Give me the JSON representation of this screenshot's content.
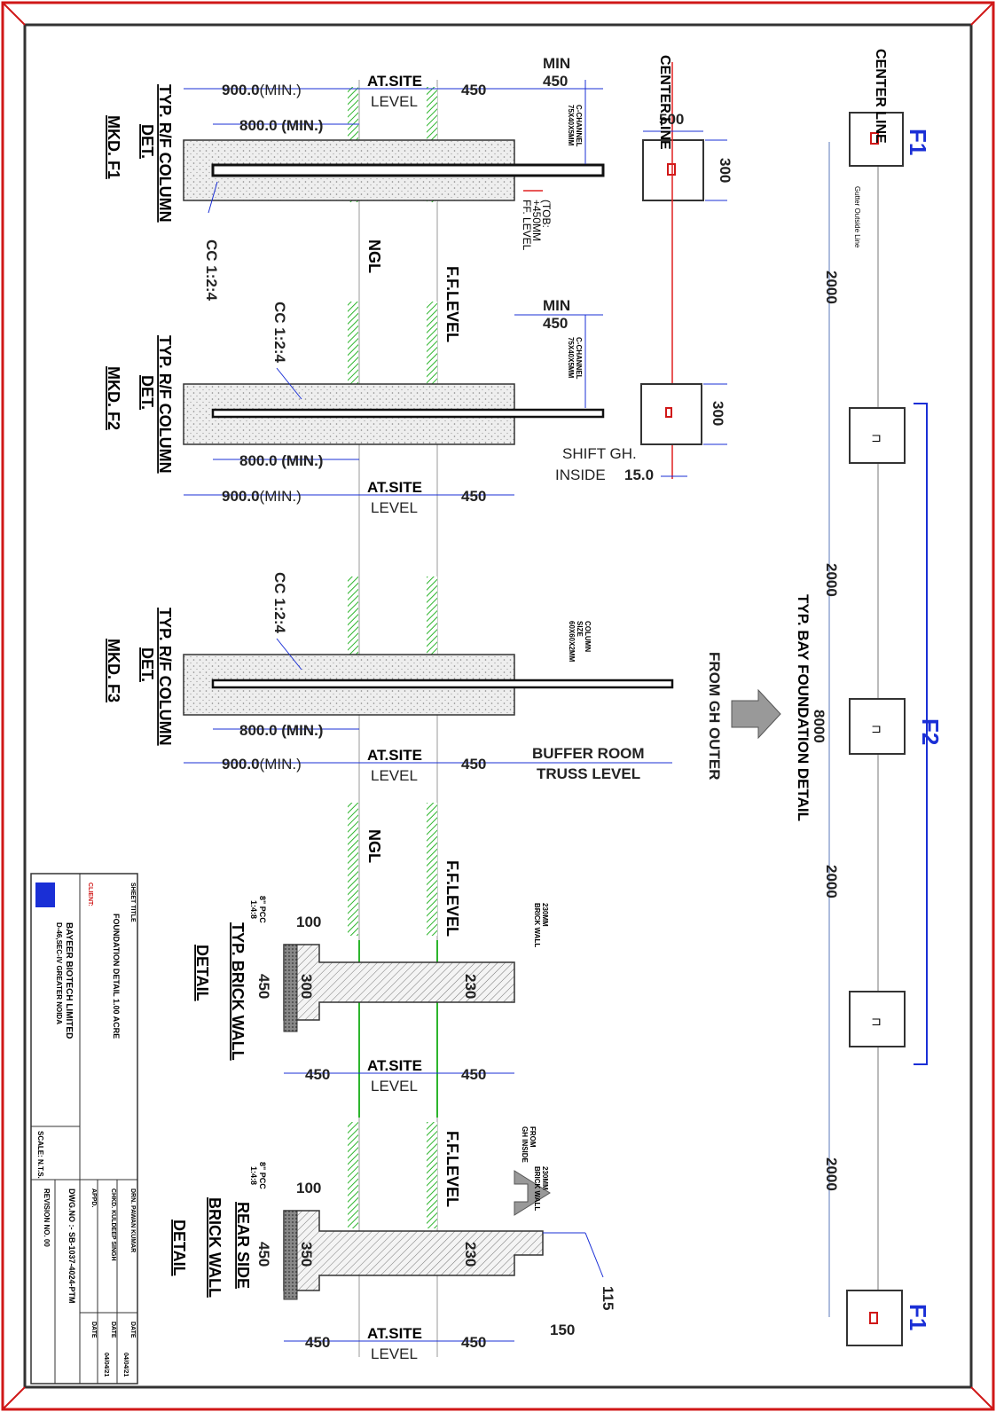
{
  "plan": {
    "title": "TYP. BAY FOUNDATION DETAIL",
    "f1_top": "F1",
    "f1_bottom": "F1",
    "f2": "F2",
    "center_line": "CENTER LINE",
    "gutter_note": "Gutter Outside Line",
    "dim_spans": [
      "2000",
      "2000",
      "2000",
      "2000"
    ],
    "dim_total": "8000"
  },
  "column_f1": {
    "title_lines": [
      "TYP. R/F COLUMN",
      "DET.",
      "MKD. F1"
    ],
    "dim_outer": "900.0",
    "dim_outer_suffix": "(MIN.)",
    "dim_inner": "800.0 (MIN.)",
    "at_site": "AT.SITE",
    "level": "LEVEL",
    "dim_450": "450",
    "min": "MIN",
    "min_450": "450",
    "channel": "C-CHANNEL",
    "channel_size": "75X40X5MM",
    "tob_lines": [
      "(TOB:",
      "+450MM",
      "FF. LEVEL"
    ],
    "cc": "CC 1:2:4",
    "center_line": "CENTER LINE",
    "plate_500": "500",
    "plate_300": "300"
  },
  "column_f2": {
    "title_lines": [
      "TYP. R/F COLUMN",
      "DET.",
      "MKD. F2"
    ],
    "cc": "CC 1:2:4",
    "dim_inner": "800.0 (MIN.)",
    "dim_outer": "900.0",
    "dim_outer_suffix": "(MIN.)",
    "at_site": "AT.SITE",
    "level": "LEVEL",
    "dim_450": "450",
    "min": "MIN",
    "min_450": "450",
    "channel": "C-CHANNEL",
    "channel_size": "75X40X5MM",
    "shift": "SHIFT  GH.",
    "inside": "INSIDE",
    "shift_val": "15.0",
    "plate_300": "300"
  },
  "column_f3": {
    "title_lines": [
      "TYP. R/F COLUMN",
      "DET.",
      "MKD. F3"
    ],
    "cc": "CC 1:2:4",
    "dim_inner": "800.0 (MIN.)",
    "dim_outer": "900.0",
    "dim_outer_suffix": "(MIN.)",
    "at_site": "AT.SITE",
    "level": "LEVEL",
    "dim_450": "450",
    "column_note": [
      "COLUMN",
      "SIZE",
      "60X60X2MM"
    ],
    "buffer_lines": [
      "BUFFER ROOM",
      "TRUSS LEVEL"
    ],
    "from_gh": "FROM GH OUTER"
  },
  "levels": {
    "ngl": "NGL",
    "ffl": "F.F.LEVEL"
  },
  "brick_typ": {
    "title_lines": [
      "TYP. BRICK WALL",
      "DETAIL"
    ],
    "pcc": [
      "8\" PCC",
      "1:4:8"
    ],
    "dim_100": "100",
    "dim_300": "300",
    "dim_450": "450",
    "dim_230": "230",
    "wall_note": [
      "230MM",
      "BRICK WALL"
    ],
    "at_site": "AT.SITE",
    "level": "LEVEL",
    "dim_450_a": "450",
    "dim_450_b": "450"
  },
  "brick_rear": {
    "title_lines": [
      "REAR SIDE",
      "BRICK WALL",
      "DETAIL"
    ],
    "pcc": [
      "8\" PCC",
      "1:4:8"
    ],
    "dim_100": "100",
    "dim_350": "350",
    "dim_450": "450",
    "dim_230": "230",
    "wall_note": [
      "230MM",
      "BRICK WALL"
    ],
    "from_gh": [
      "FROM",
      "GH INSIDE"
    ],
    "dim_115": "115",
    "dim_150": "150",
    "at_site": "AT.SITE",
    "level": "LEVEL",
    "dim_450_a": "450",
    "dim_450_b": "450"
  },
  "title_block": {
    "sheet_title_label": "SHEET TITLE",
    "sheet_title": "FOUNDATION DETAIL 1.00 ACRE",
    "client_label": "CLIENT:",
    "company": "BAYEER BIOTECH LIMITED",
    "address": "D-46,SEC-IV GREATER NOIDA",
    "scale": "SCALE: N.T.S.",
    "drg_no": "DWG.NO :- SB-1037-4024-PTM",
    "revision": "REVISION NO. 00",
    "drn": "DRN. PAWAN KUMAR",
    "chkd": "CHKD. KULDEEP SINGH",
    "appd": "APPD.",
    "date_label": "DATE",
    "date_val": "04/04/21"
  },
  "colors": {
    "border": "#d01818",
    "ground": "#2db52d",
    "blue": "#1a2fd6",
    "concrete": "#e6e6e6",
    "red_line": "#e02020"
  }
}
